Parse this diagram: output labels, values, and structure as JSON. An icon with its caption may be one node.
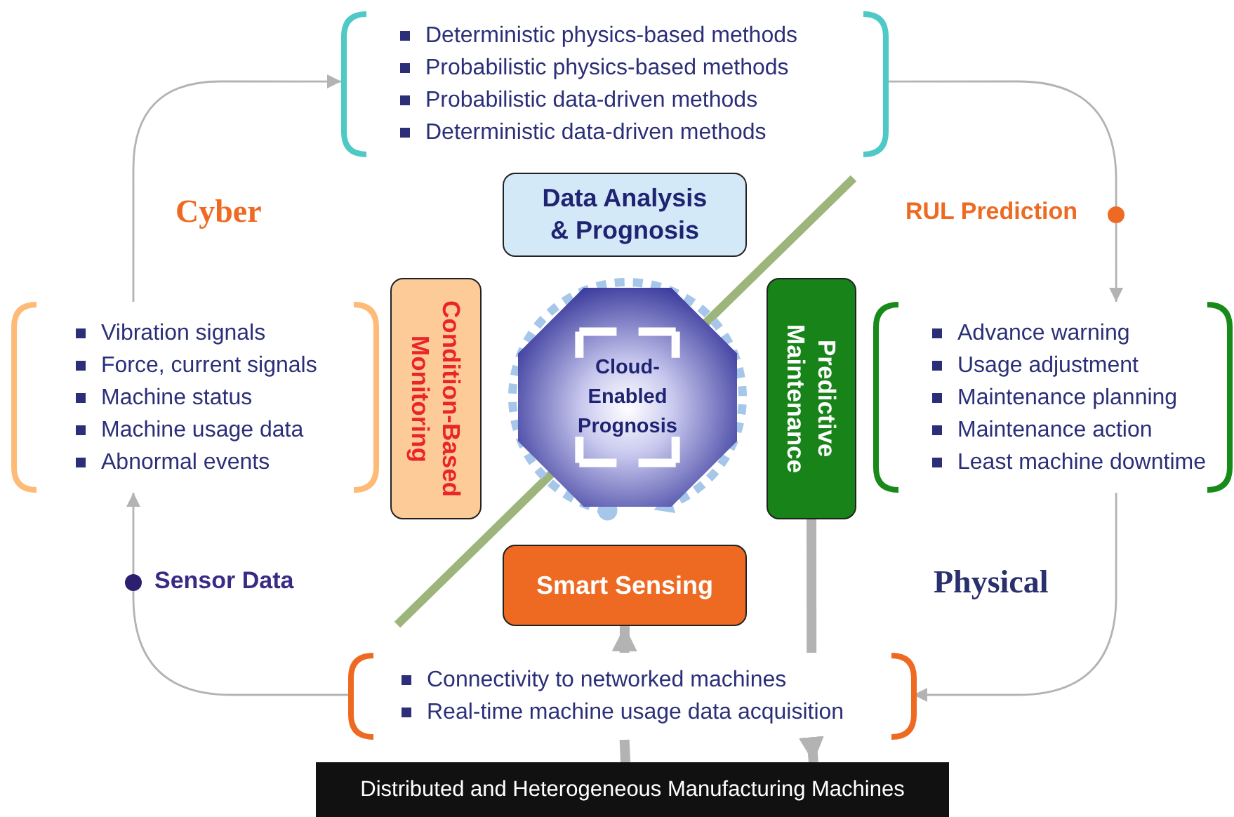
{
  "diagram": {
    "nodes": [
      {
        "text": [
          "Deterministic physics-based methods",
          "Probabilistic physics-based methods",
          "Probabilistic data-driven methods",
          "Deterministic data-driven methods"
        ]
      },
      {
        "text": [
          "Vibration signals",
          "Force, current signals",
          "Machine status",
          "Machine usage data",
          "Abnormal events"
        ]
      },
      {
        "text": [
          "Advance warning",
          "Usage adjustment",
          "Maintenance planning",
          "Maintenance action",
          "Least machine downtime"
        ]
      },
      {
        "text": [
          "Connectivity to networked machines",
          "Real-time machine usage data acquisition"
        ]
      },
      {
        "text": [
          "Data Analysis & Prognosis"
        ]
      },
      {
        "text": [
          "Condition-Based Monitoring"
        ]
      },
      {
        "text": [
          "Cloud-Enabled Prognosis"
        ]
      },
      {
        "text": [
          "Predictive Maintenance"
        ]
      },
      {
        "text": [
          "Smart Sensing"
        ]
      },
      {
        "text": [
          "Distributed and Heterogeneous Manufacturing Machines"
        ]
      }
    ],
    "edges": [
      {
        "from": 1,
        "to": 0,
        "arrow": "to"
      },
      {
        "from": 0,
        "to": 2,
        "arrow": "to",
        "label": "RUL Prediction"
      },
      {
        "from": 2,
        "to": 3,
        "arrow": "to"
      },
      {
        "from": 3,
        "to": 1,
        "arrow": "to",
        "label": "Sensor Data"
      },
      {
        "from": 9,
        "to": 3,
        "arrow": "none",
        "style": "thick"
      },
      {
        "from": 3,
        "to": 8,
        "arrow": "to",
        "style": "thick"
      },
      {
        "from": 7,
        "to": 3,
        "arrow": "none",
        "style": "thick"
      },
      {
        "from": 3,
        "to": 9,
        "arrow": "to",
        "style": "thick"
      }
    ],
    "labels": [
      "Cyber",
      "Physical"
    ]
  }
}
